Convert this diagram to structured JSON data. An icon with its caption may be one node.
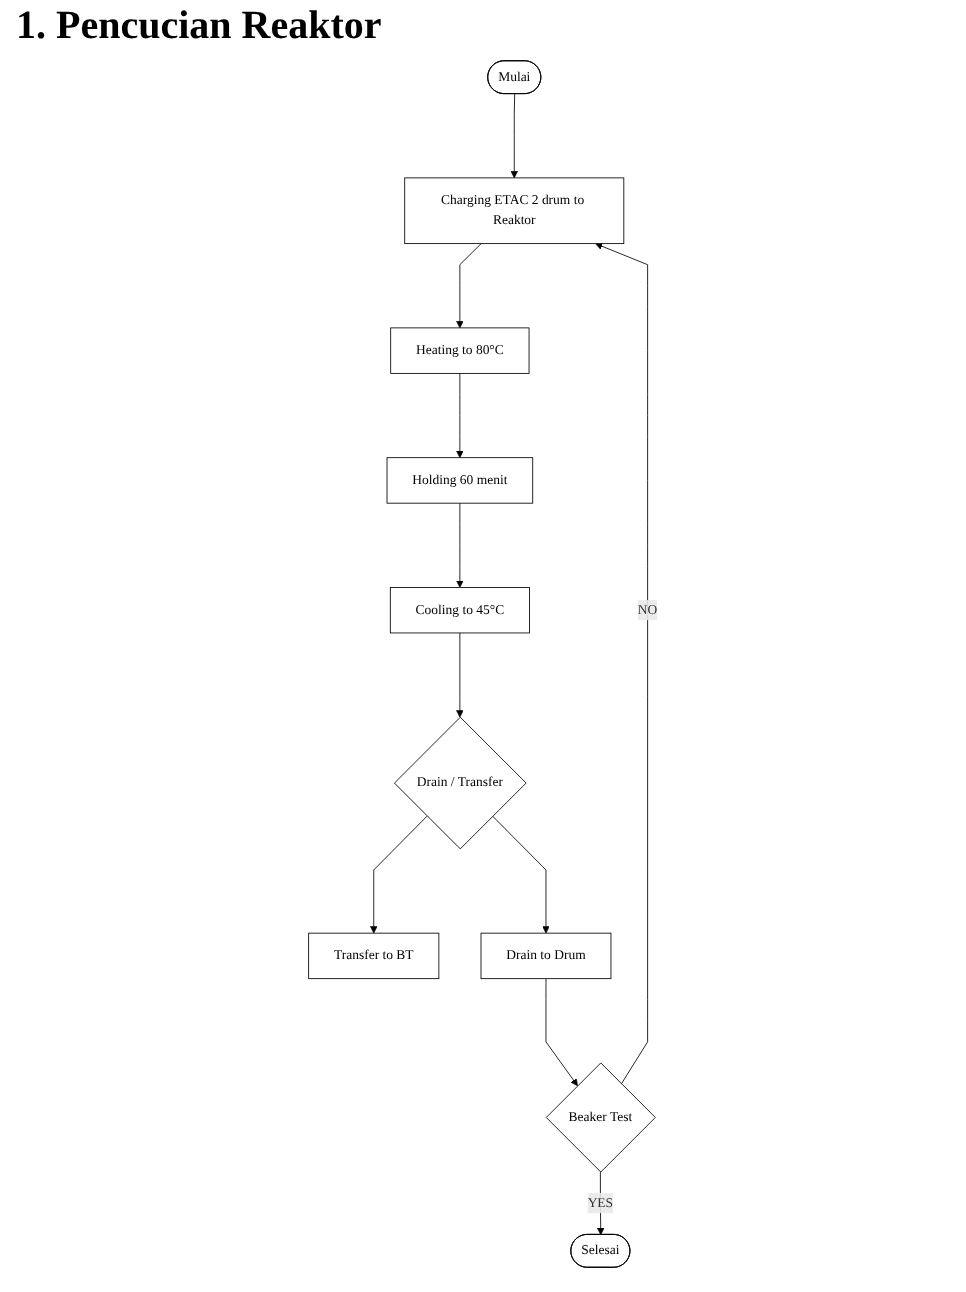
{
  "diagram": {
    "title": "1. Pencucian Reaktor",
    "nodes": [
      {
        "text": [
          "Mulai"
        ]
      },
      {
        "text": [
          "Charging ETAC 2 drum to Reaktor"
        ]
      },
      {
        "text": [
          "Heating to 80°C"
        ]
      },
      {
        "text": [
          "Holding 60 menit"
        ]
      },
      {
        "text": [
          "Cooling to 45°C"
        ]
      },
      {
        "text": [
          "Drain / Transfer"
        ]
      },
      {
        "text": [
          "Transfer to BT"
        ]
      },
      {
        "text": [
          "Drain to Drum"
        ]
      },
      {
        "text": [
          "Beaker Test"
        ]
      },
      {
        "text": [
          "Selesai"
        ]
      }
    ],
    "edges": [
      {
        "from": 0,
        "to": 1,
        "arrow": "to"
      },
      {
        "from": 1,
        "to": 2,
        "arrow": "to"
      },
      {
        "from": 2,
        "to": 3,
        "arrow": "to"
      },
      {
        "from": 3,
        "to": 4,
        "arrow": "to"
      },
      {
        "from": 4,
        "to": 5,
        "arrow": "to"
      },
      {
        "from": 5,
        "to": 6,
        "arrow": "to"
      },
      {
        "from": 5,
        "to": 7,
        "arrow": "to"
      },
      {
        "from": 7,
        "to": 8,
        "arrow": "to"
      },
      {
        "from": 8,
        "to": 1,
        "label": "NO",
        "arrow": "to"
      },
      {
        "from": 8,
        "to": 9,
        "label": "YES",
        "arrow": "to"
      }
    ]
  }
}
